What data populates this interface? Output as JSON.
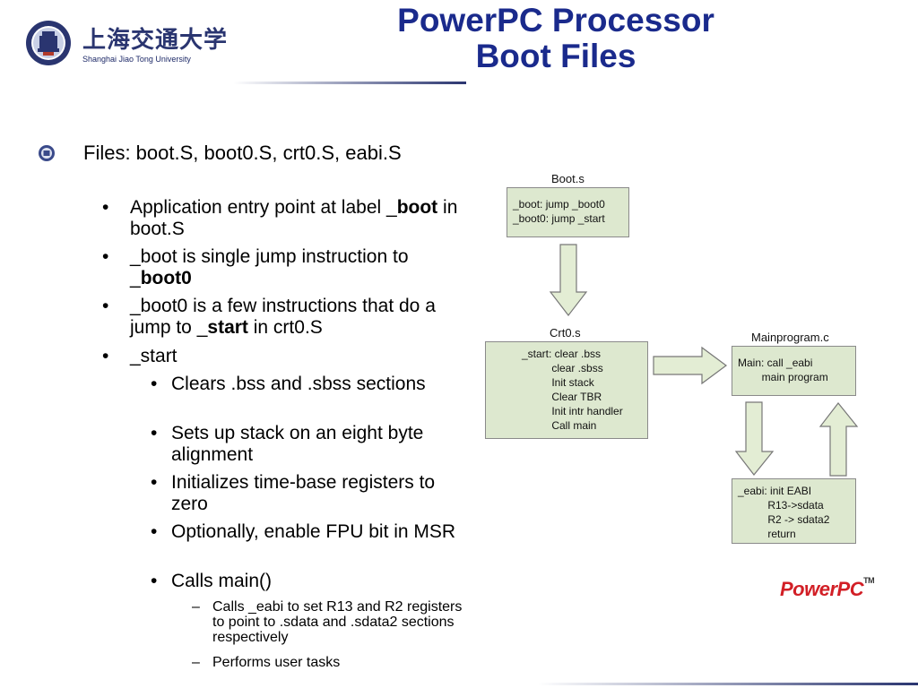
{
  "header": {
    "university_cn": "上海交通大学",
    "university_en": "Shanghai Jiao Tong University",
    "title_line1": "PowerPC Processor",
    "title_line2": "Boot Files"
  },
  "bullets": {
    "files": "Files: boot.S, boot0.S, crt0.S, eabi.S",
    "entry_pre": "Application entry point at label _",
    "entry_bold": "boot",
    "entry_post": " in boot.S",
    "boot_pre": "_boot is single jump instruction to _",
    "boot_bold": "boot0",
    "boot0_pre": "_boot0 is a few instructions that do a jump to _",
    "boot0_bold": "start",
    "boot0_post": " in crt0.S",
    "start": "_start",
    "sub_bss": "Clears .bss and .sbss sections",
    "sub_stack": "Sets up stack on an eight byte alignment",
    "sub_tb": "Initializes time-base registers to zero",
    "sub_fpu": "Optionally, enable FPU bit in MSR",
    "sub_main": "Calls main()",
    "subsub_eabi": "Calls _eabi to set R13 and R2 registers to point to .sdata and .sdata2 sections respectively",
    "subsub_user": "Performs user tasks"
  },
  "diagram": {
    "boot_label": "Boot.s",
    "boot_lines": [
      "_boot: jump _boot0",
      "_boot0: jump _start"
    ],
    "crt0_label": "Crt0.s",
    "crt0_lines": [
      "_start: clear .bss",
      "          clear .sbss",
      "          Init stack",
      "          Clear TBR",
      "          Init intr handler",
      "          Call main"
    ],
    "main_label": "Mainprogram.c",
    "main_lines": [
      "Main: call _eabi",
      "        main program"
    ],
    "eabi_lines": [
      "_eabi: init EABI",
      "          R13->sdata",
      "          R2 -> sdata2",
      "          return"
    ],
    "box_fill": "#dde8cf",
    "arrow_fill": "#e3edd4"
  },
  "brand": {
    "logo_text": "PowerPC",
    "tm": "TM",
    "color": "#d21f26"
  }
}
